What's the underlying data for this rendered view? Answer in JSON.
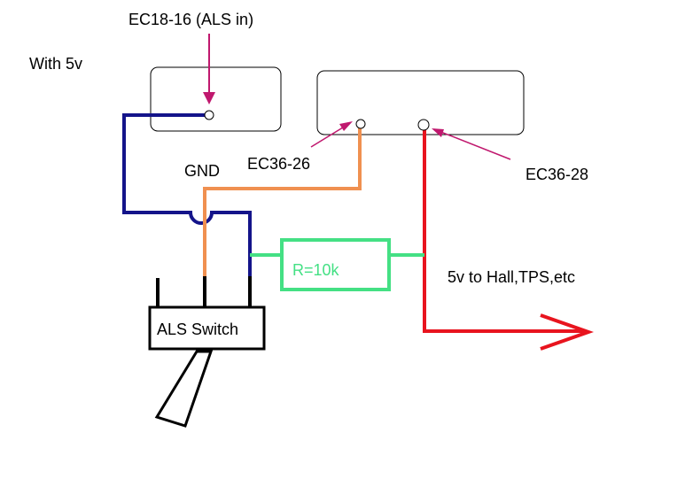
{
  "labels": {
    "ec18_16": "EC18-16 (ALS in)",
    "with_5v": "With 5v",
    "gnd": "GND",
    "ec36_26": "EC36-26",
    "ec36_28": "EC36-28",
    "resistor": "R=10k",
    "output": "5v to Hall,TPS,etc",
    "switch": "ALS Switch"
  },
  "colors": {
    "ground_wire": "#14148a",
    "signal_wire": "#f09050",
    "power_wire": "#e8141e",
    "resistor": "#44e084",
    "pointer_arrow": "#c0186e",
    "outline": "#000000"
  }
}
